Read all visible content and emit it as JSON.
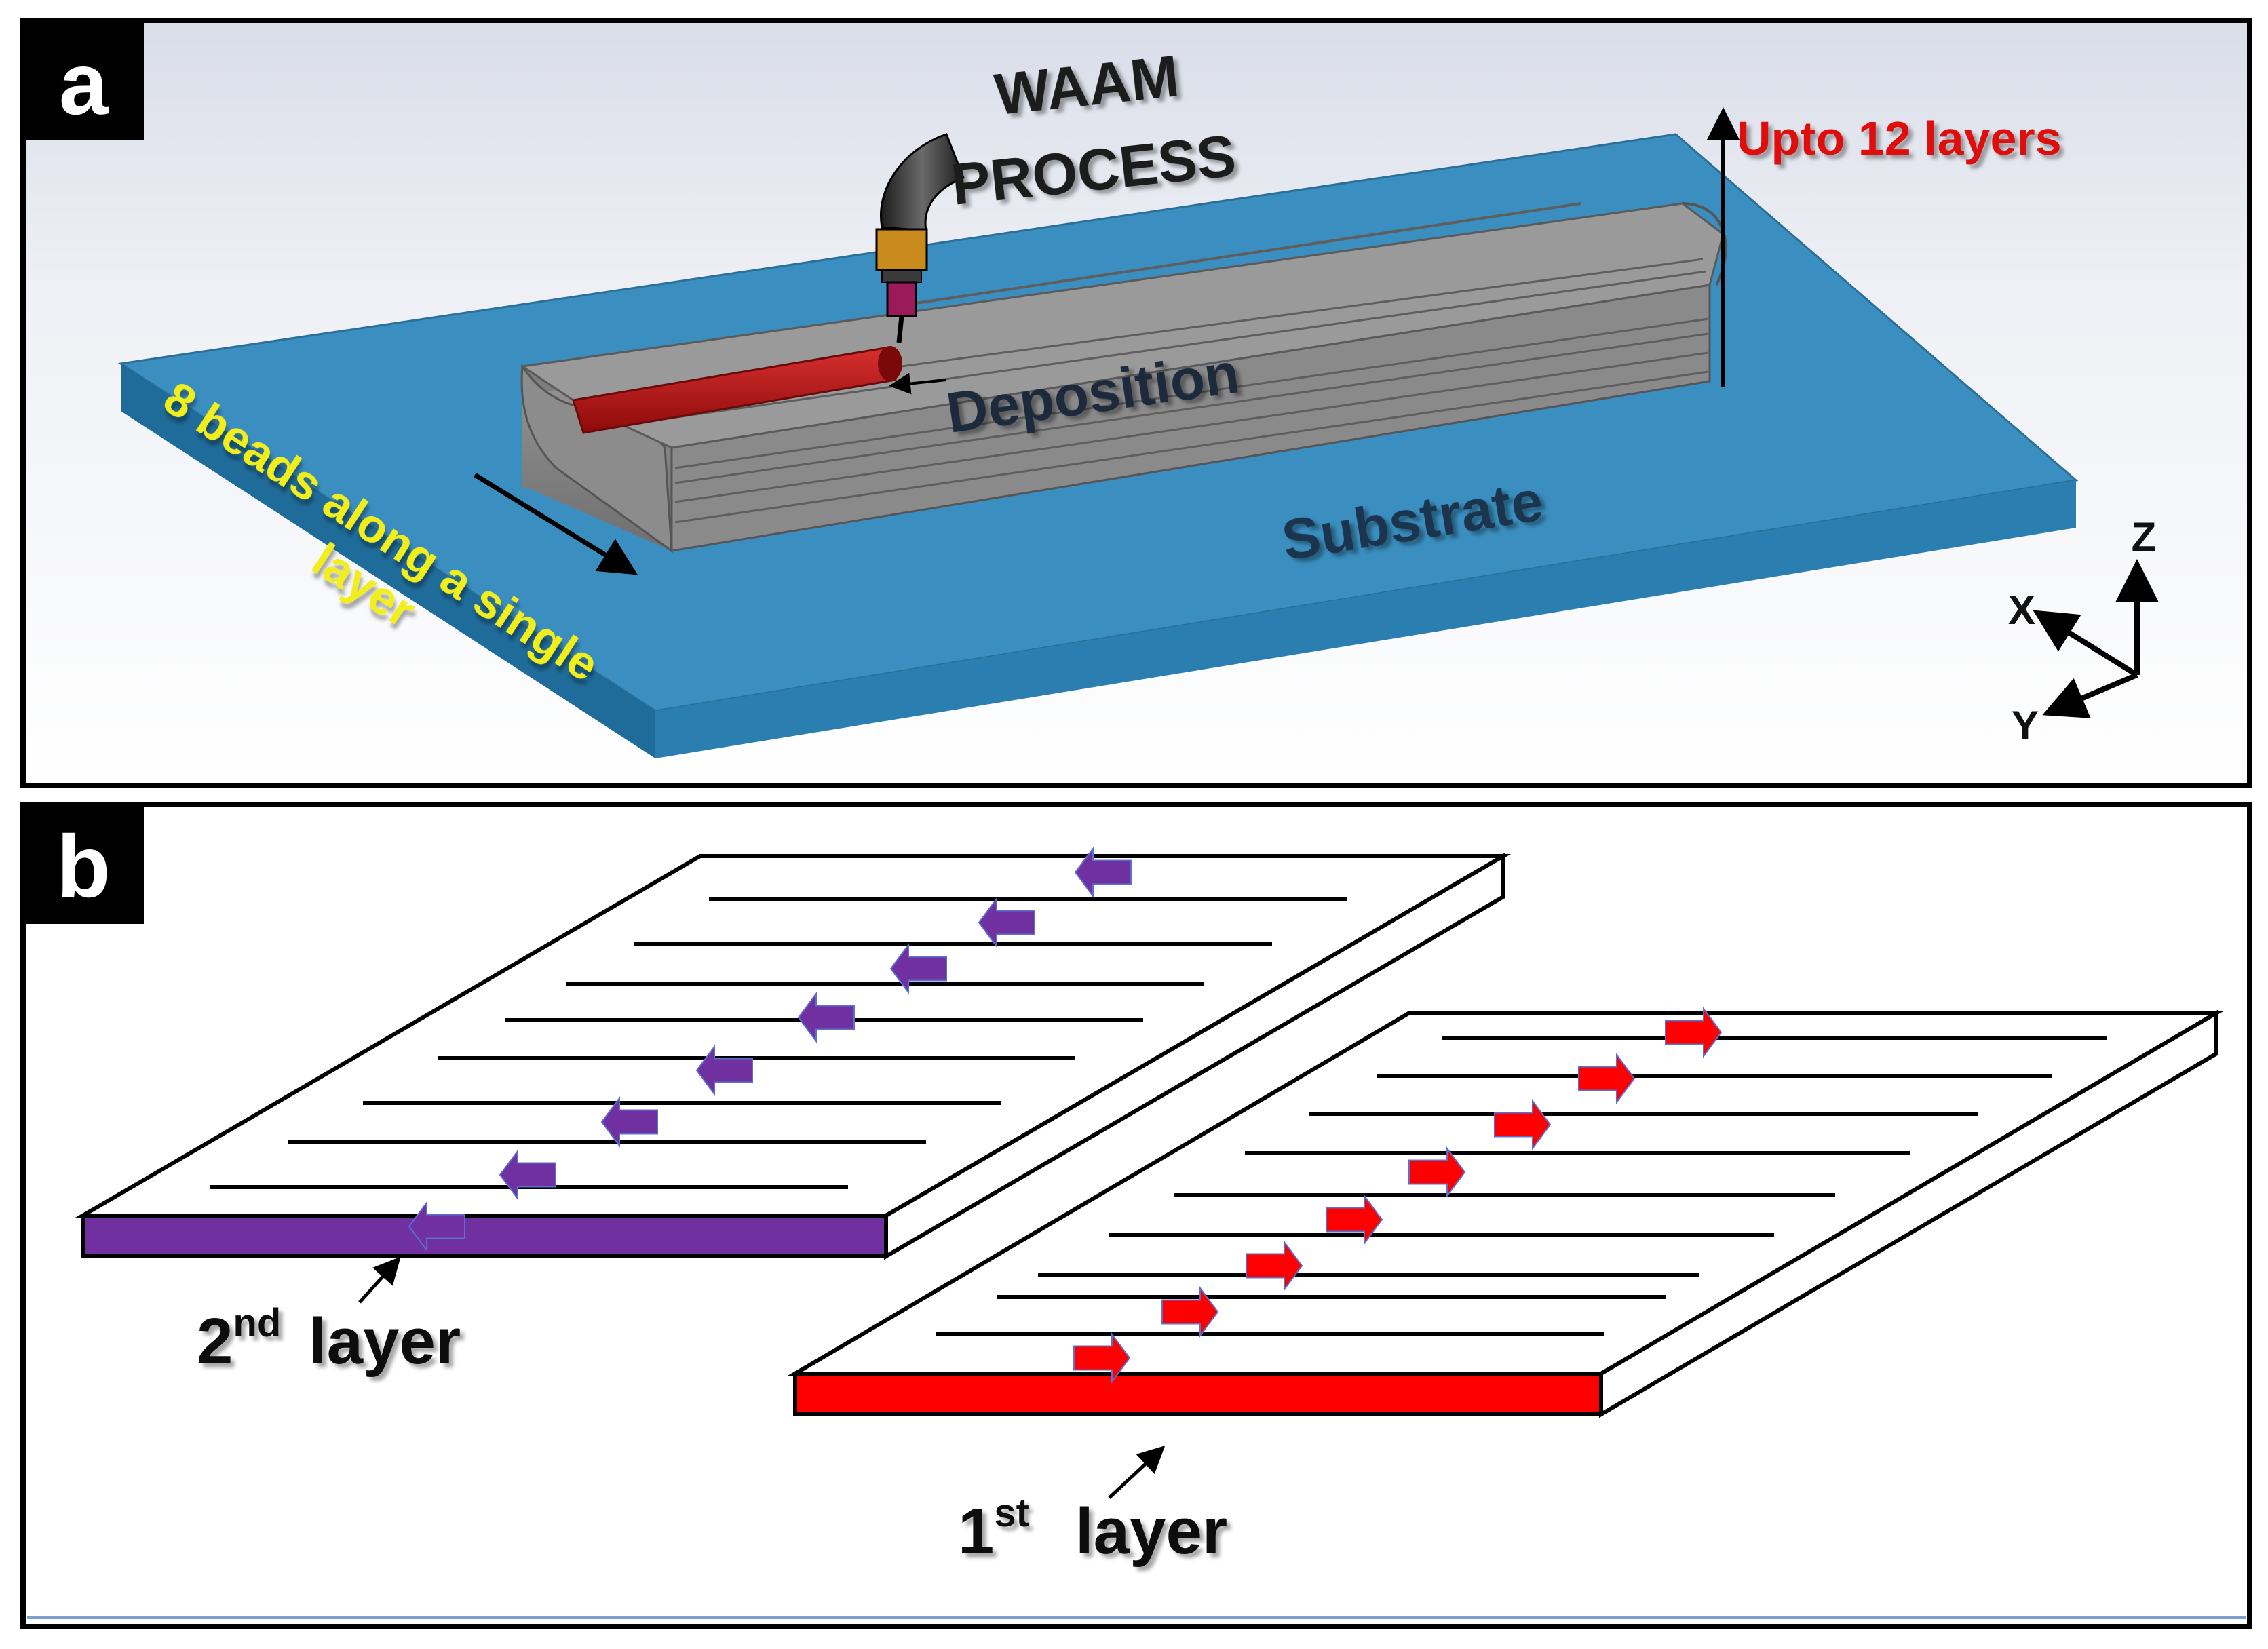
{
  "panel_a": {
    "tag": "a",
    "process_line1": "WAAM",
    "process_line2": "PROCESS",
    "deposition": "Deposition",
    "substrate": "Substrate",
    "layers_note": "Upto 12 layers",
    "beads_line1": "8 beads along a single",
    "beads_line2": "layer",
    "axes": {
      "z": "Z",
      "x": "X",
      "y": "Y"
    },
    "colors": {
      "substrate": "#3a8fc0",
      "deposit": "#8a8a8a",
      "active_bead": "#c01616",
      "layers_note": "#e01010",
      "beads_note": "#f2ee1c",
      "label": "#1f3550"
    }
  },
  "panel_b": {
    "tag": "b",
    "layer2_num": "2",
    "layer2_sup": "nd",
    "layer2_word": "layer",
    "layer1_num": "1",
    "layer1_sup": "st",
    "layer1_word": "layer",
    "colors": {
      "layer2": "#7030a0",
      "layer1": "#ff0000"
    }
  }
}
